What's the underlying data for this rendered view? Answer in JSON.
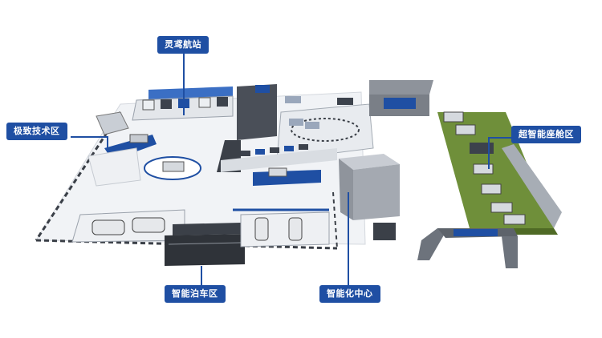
{
  "labels": {
    "lingniao": "灵鸢航站",
    "jizhi": "极致技术区",
    "chaozhineng": "超智能座舱区",
    "bocheqv": "智能泊车区",
    "zhongxin": "智能化中心"
  },
  "colors": {
    "label_bg": "#1f4fa3",
    "ground": "#f1f3f6",
    "building": "#b9bec6",
    "grass": "#6f8f3a",
    "track": "#2b2f36"
  }
}
